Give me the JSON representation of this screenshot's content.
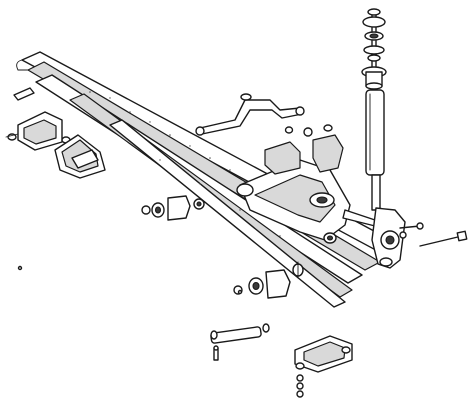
{
  "diagram": {
    "type": "exploded-assembly",
    "style": "line-art",
    "colors": {
      "ink": "#1a1a1a",
      "paper": "#ffffff",
      "shade": "#d9d9d9",
      "dark": "#3a3a3a"
    },
    "parts": [
      "leaf-spring",
      "suspension-arm",
      "shock-absorber",
      "shock-top-mount",
      "stabilizer-link",
      "rubber-bushes",
      "spring-clamp-plate",
      "spring-bracket",
      "spring-shackle",
      "bump-stop-pads",
      "bolts-and-nuts"
    ]
  }
}
